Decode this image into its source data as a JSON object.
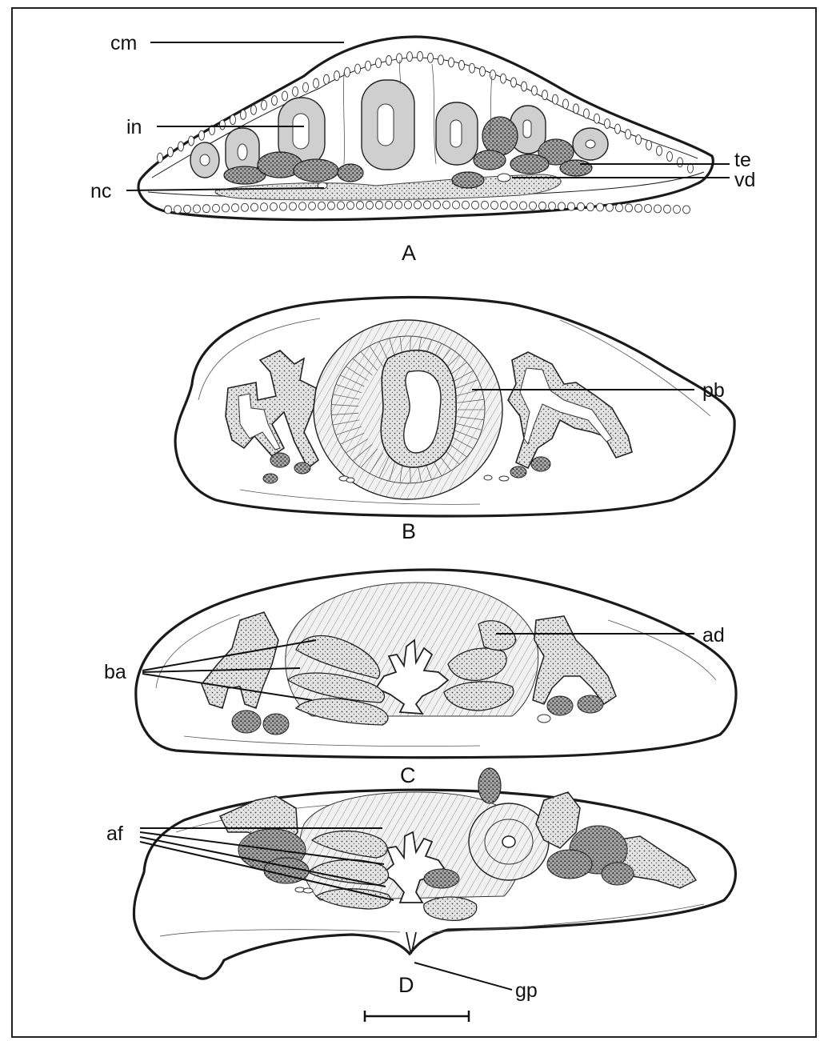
{
  "figure": {
    "panels": [
      {
        "id": "A",
        "label": "A"
      },
      {
        "id": "B",
        "label": "B"
      },
      {
        "id": "C",
        "label": "C"
      },
      {
        "id": "D",
        "label": "D"
      }
    ],
    "labels": {
      "cm": "cm",
      "in": "in",
      "nc": "nc",
      "te": "te",
      "vd": "vd",
      "pb": "pb",
      "ad": "ad",
      "ba": "ba",
      "af": "af",
      "gp": "gp"
    },
    "scale_bar": "scale-bar"
  }
}
